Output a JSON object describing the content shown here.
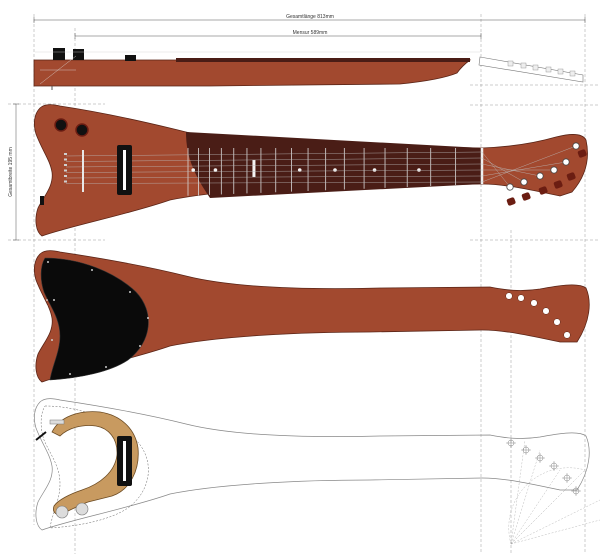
{
  "dimensions": {
    "total_length": "Gesamtlänge 813mm",
    "scale_length": "Mensur 589mm",
    "total_width": "Gesamtbreite 195 mm"
  },
  "colors": {
    "body": "#a2492f",
    "body_outline": "#5a2416",
    "fretboard": "#4a1d16",
    "pickguard": "#0a0a0a",
    "route_cavity": "#c89a60",
    "tuner_button": "#6b1d12",
    "line": "#9a9a9a"
  },
  "fretboard": {
    "fret_count": 17,
    "inlay_frets": [
      3,
      5,
      7,
      9,
      12,
      15,
      17
    ]
  },
  "headstock": {
    "tuner_count": 6
  }
}
